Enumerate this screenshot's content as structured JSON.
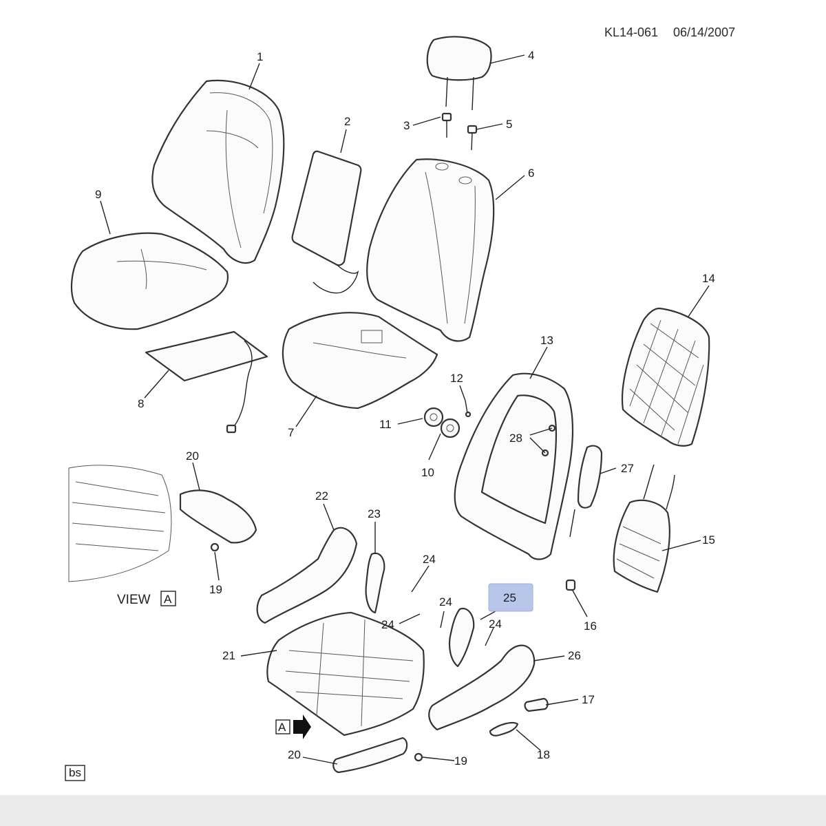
{
  "header": {
    "code": "KL14-061",
    "date": "06/14/2007"
  },
  "view_label": {
    "text": "VIEW",
    "letter": "A"
  },
  "arrow_label": "A",
  "corner_tag": "bs",
  "callouts": {
    "c1": "1",
    "c2": "2",
    "c3": "3",
    "c4": "4",
    "c5": "5",
    "c6": "6",
    "c7": "7",
    "c8": "8",
    "c9": "9",
    "c10": "10",
    "c11": "11",
    "c12": "12",
    "c13": "13",
    "c14": "14",
    "c15": "15",
    "c16": "16",
    "c17": "17",
    "c18": "18",
    "c19a": "19",
    "c19b": "19",
    "c20a": "20",
    "c20b": "20",
    "c21": "21",
    "c22": "22",
    "c23": "23",
    "c24a": "24",
    "c24b": "24",
    "c24c": "24",
    "c24d": "24",
    "c25": "25",
    "c26": "26",
    "c27": "27",
    "c28": "28"
  },
  "highlighted_callout": "25",
  "colors": {
    "highlight": "#b8c6ea",
    "line": "#333333",
    "footer": "#ebebeb"
  }
}
